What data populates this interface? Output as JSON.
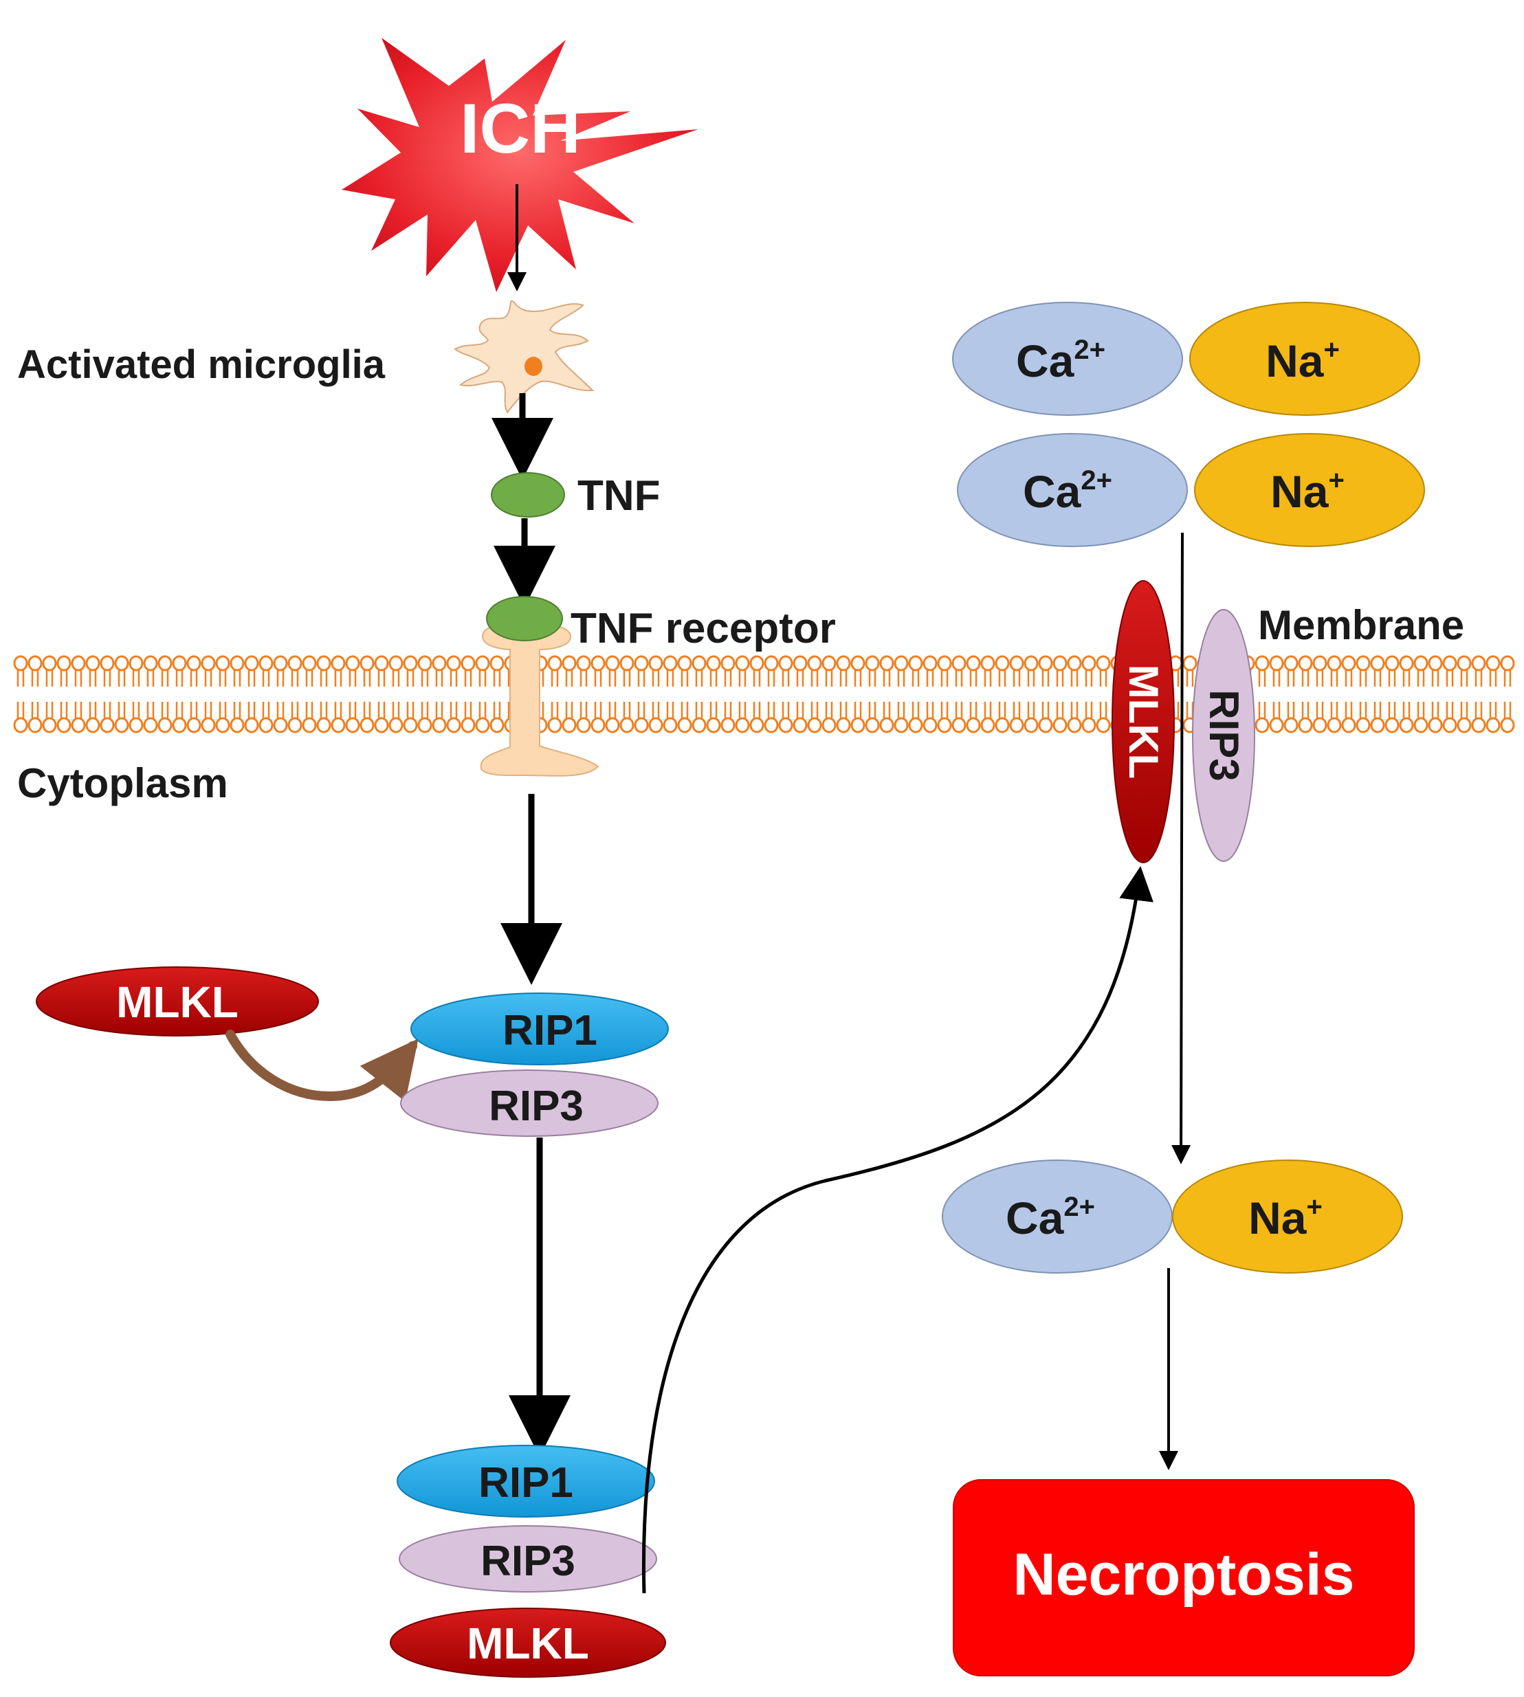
{
  "colors": {
    "ich_red": "#e8202a",
    "membrane_orange": "#f07f1f",
    "microglia_fill": "#fbe3c8",
    "receptor_fill": "#fcd9b0",
    "tnf_green": "#70ad47",
    "mlkl_red": "#c00000",
    "rip1_blue": "#1ea7e6",
    "rip3_lilac": "#d9c3dc",
    "ca_blue": "#b4c7e7",
    "na_gold": "#f4b915",
    "necroptosis_red": "#ff0000",
    "arrow_brown": "#8a5a3c"
  },
  "labels": {
    "ich": "ICH",
    "activated_microglia": "Activated microglia",
    "tnf": "TNF",
    "tnf_receptor": "TNF receptor",
    "membrane": "Membrane",
    "cytoplasm": "Cytoplasm",
    "necroptosis": "Necroptosis"
  },
  "proteins": {
    "mlkl_free": "MLKL",
    "rip1_top": "RIP1",
    "rip3_top": "RIP3",
    "rip1_bottom": "RIP1",
    "rip3_bottom": "RIP3",
    "mlkl_bottom": "MLKL",
    "mlkl_membrane": "MLKL",
    "rip3_membrane": "RIP3"
  },
  "ions": {
    "ca_base": "Ca",
    "ca_charge": "2+",
    "na_base": "Na",
    "na_charge": "+"
  }
}
